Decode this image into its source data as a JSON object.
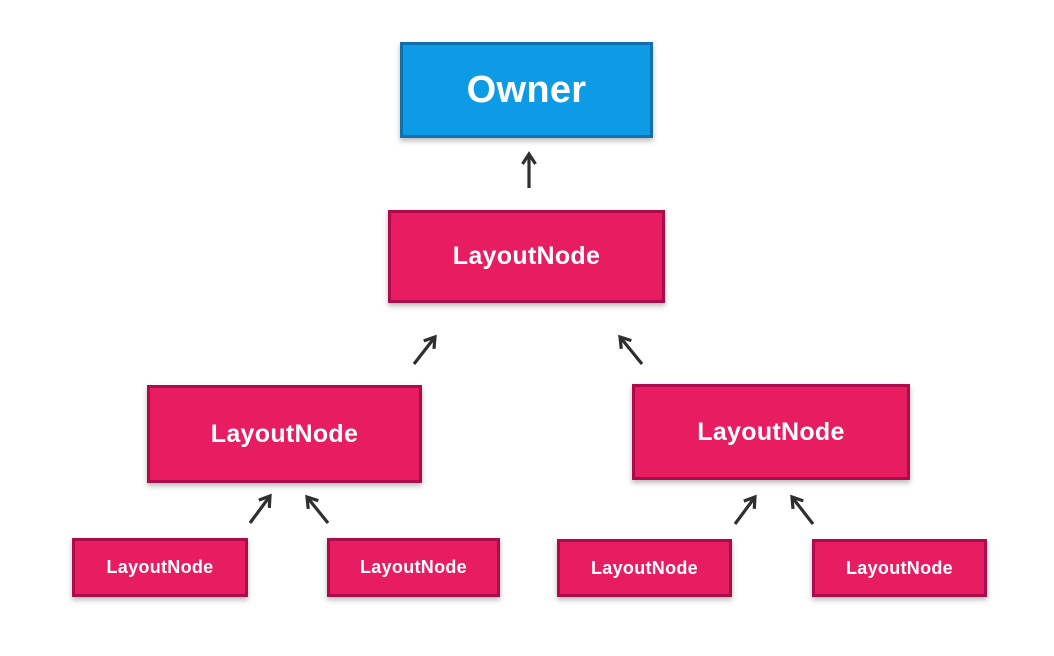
{
  "colors": {
    "background": "#ffffff",
    "owner_fill": "#0d9be6",
    "owner_border": "#1470ad",
    "node_fill": "#e81c60",
    "node_border": "#ad0c4b",
    "arrow": "#2f2f2f",
    "text": "#ffffff"
  },
  "nodes": {
    "owner": {
      "label": "Owner"
    },
    "root": {
      "label": "LayoutNode"
    },
    "branch_left": {
      "label": "LayoutNode"
    },
    "branch_right": {
      "label": "LayoutNode"
    },
    "leaf_far_left": {
      "label": "LayoutNode"
    },
    "leaf_mid_left": {
      "label": "LayoutNode"
    },
    "leaf_mid_right": {
      "label": "LayoutNode"
    },
    "leaf_far_right": {
      "label": "LayoutNode"
    }
  },
  "edges": [
    {
      "from": "root",
      "to": "owner"
    },
    {
      "from": "branch_left",
      "to": "root"
    },
    {
      "from": "branch_right",
      "to": "root"
    },
    {
      "from": "leaf_far_left",
      "to": "branch_left"
    },
    {
      "from": "leaf_mid_left",
      "to": "branch_left"
    },
    {
      "from": "leaf_mid_right",
      "to": "branch_right"
    },
    {
      "from": "leaf_far_right",
      "to": "branch_right"
    }
  ]
}
